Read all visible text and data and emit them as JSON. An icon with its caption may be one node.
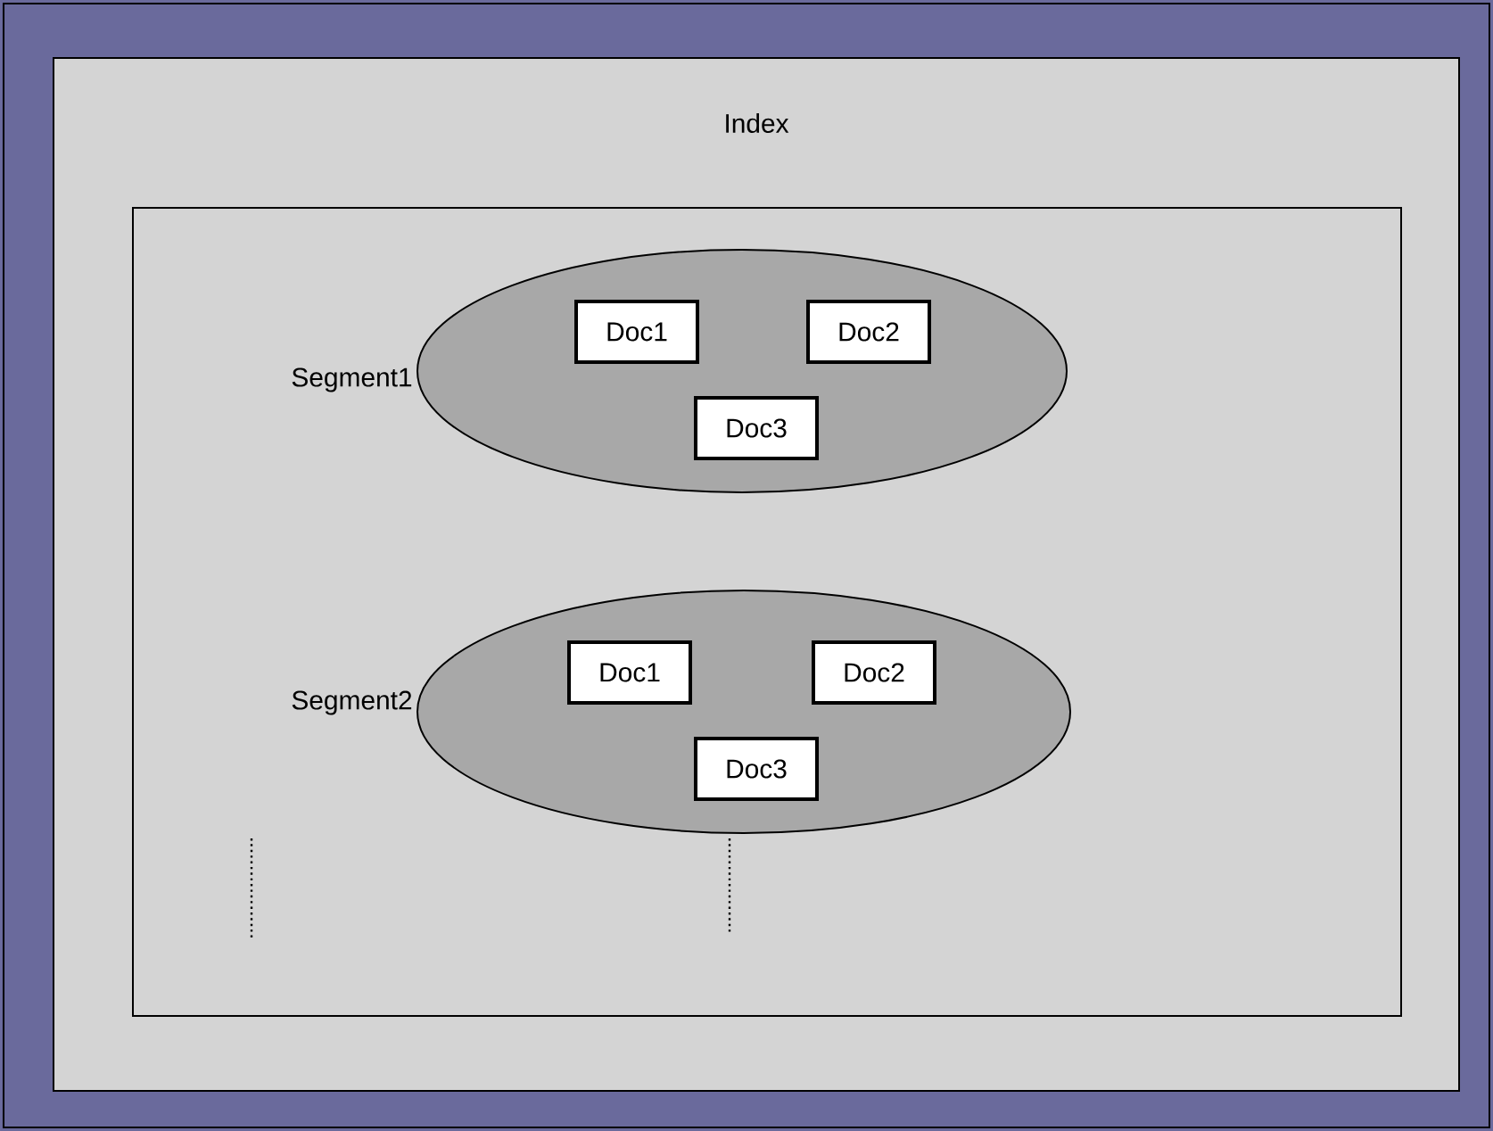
{
  "diagram": {
    "nodes": [
      {
        "text": [
          "Index"
        ]
      },
      {
        "text": [],
        "shape": "box",
        "in": 0
      },
      {
        "text": [],
        "shape": "ellipse",
        "in": 1,
        "beside": [
          "Segment1"
        ]
      },
      {
        "text": [
          "Doc1"
        ],
        "in": 2
      },
      {
        "text": [
          "Doc2"
        ],
        "in": 2
      },
      {
        "text": [
          "Doc3"
        ],
        "in": 2
      },
      {
        "text": [],
        "shape": "ellipse",
        "in": 1,
        "beside": [
          "Segment2"
        ]
      },
      {
        "text": [
          "Doc1"
        ],
        "in": 6
      },
      {
        "text": [
          "Doc2"
        ],
        "in": 6
      },
      {
        "text": [
          "Doc3"
        ],
        "in": 6
      }
    ],
    "edges": []
  }
}
